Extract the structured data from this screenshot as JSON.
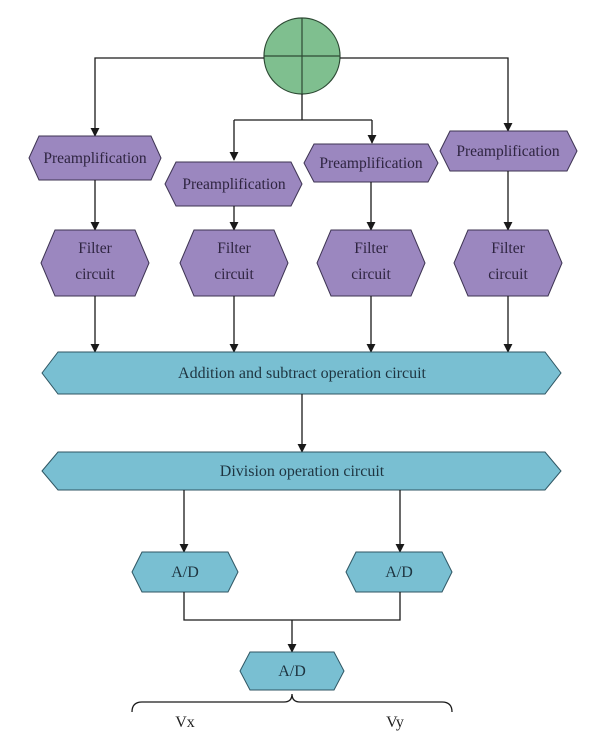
{
  "detector": {
    "name": "quadrant-detector",
    "fill": "#7fbf8f"
  },
  "preamps": [
    {
      "label": "Preamplification"
    },
    {
      "label": "Preamplification"
    },
    {
      "label": "Preamplification"
    },
    {
      "label": "Preamplification"
    }
  ],
  "filters": [
    {
      "line1": "Filter",
      "line2": "circuit"
    },
    {
      "line1": "Filter",
      "line2": "circuit"
    },
    {
      "line1": "Filter",
      "line2": "circuit"
    },
    {
      "line1": "Filter",
      "line2": "circuit"
    }
  ],
  "addition_block": {
    "label": "Addition and subtract operation circuit"
  },
  "division_block": {
    "label": "Division operation circuit"
  },
  "ad_left": {
    "label": "A/D"
  },
  "ad_right": {
    "label": "A/D"
  },
  "ad_bottom": {
    "label": "A/D"
  },
  "outputs": {
    "vx": "Vx",
    "vy": "Vy"
  },
  "colors": {
    "purple_block": "#9b87bf",
    "blue_block": "#79bfd2",
    "detector_green": "#7fbf8f"
  }
}
